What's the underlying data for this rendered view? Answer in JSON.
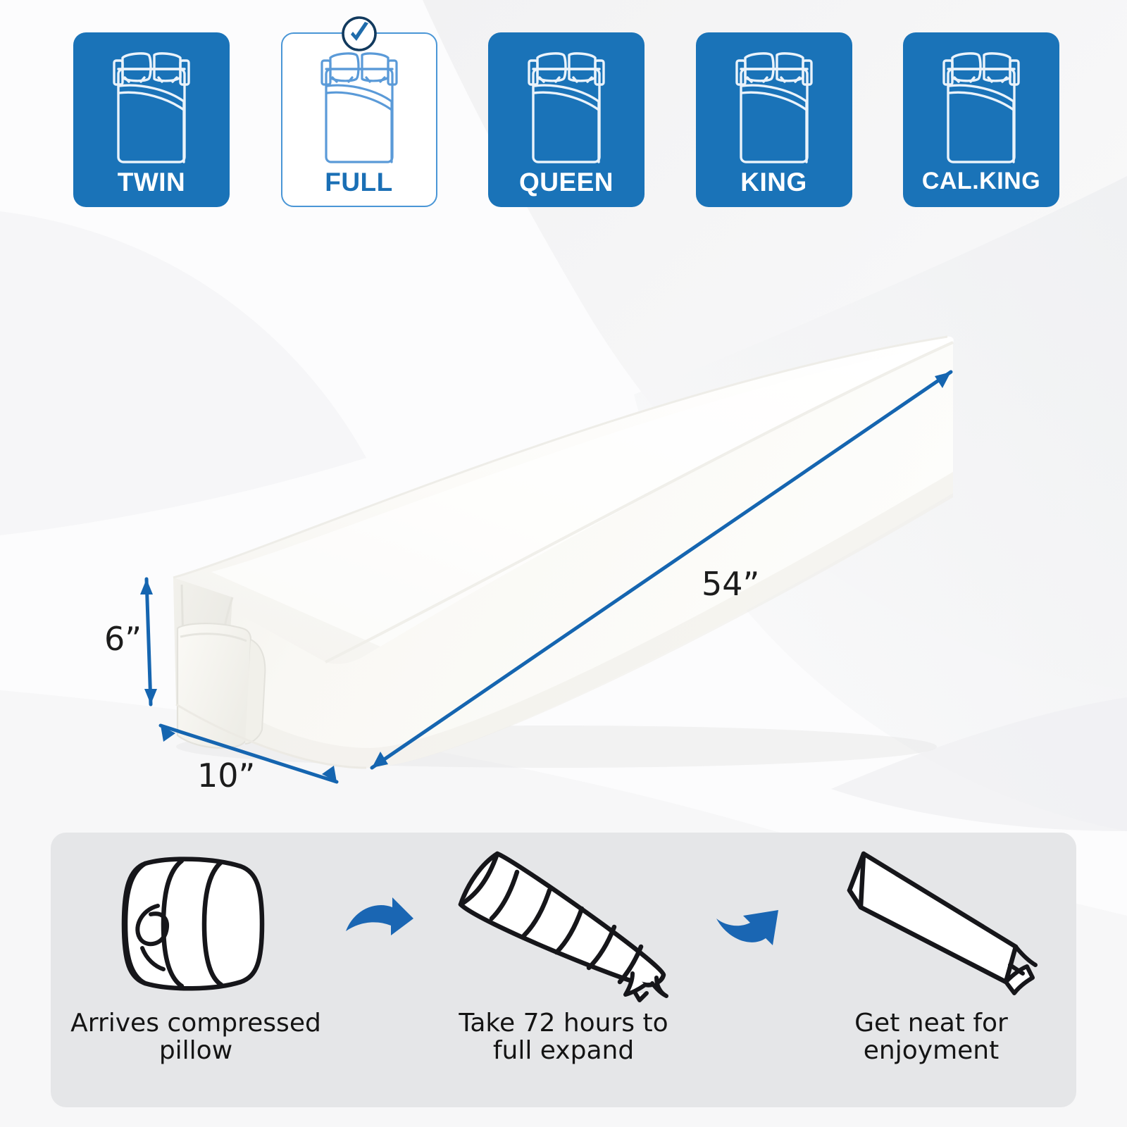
{
  "sizes": {
    "options": [
      {
        "label": "TWIN",
        "selected": false,
        "icon": "bed-icon"
      },
      {
        "label": "FULL",
        "selected": true,
        "icon": "bed-icon",
        "badge": "check-icon"
      },
      {
        "label": "QUEEN",
        "selected": false,
        "icon": "bed-icon"
      },
      {
        "label": "KING",
        "selected": false,
        "icon": "bed-icon"
      },
      {
        "label": "CAL.KING",
        "selected": false,
        "icon": "bed-icon"
      }
    ],
    "selected_value": "FULL"
  },
  "product": {
    "name": "bed-wedge-gap-filler-pillow",
    "dimensions": {
      "height": "6”",
      "width": "10”",
      "length": "54”"
    }
  },
  "steps": {
    "items": [
      {
        "caption": "Arrives compressed\npillow",
        "icon": "rolled-pillow-icon"
      },
      {
        "caption": "Take 72 hours to\nfull expand",
        "icon": "expanding-pillow-icon"
      },
      {
        "caption": "Get neat for\nenjoyment",
        "icon": "wedge-pillow-icon"
      }
    ],
    "arrows": [
      "curved-arrow-right-icon",
      "curved-arrow-up-icon"
    ]
  },
  "colors": {
    "brand_blue": "#1a73b8",
    "selected_blue": "#1a6fb5",
    "outline_blue": "#4a96d6",
    "dimension_blue": "#1565b0",
    "panel_gray": "#e5e6e8",
    "badge_navy": "#123a5e",
    "text_dark": "#141414"
  }
}
